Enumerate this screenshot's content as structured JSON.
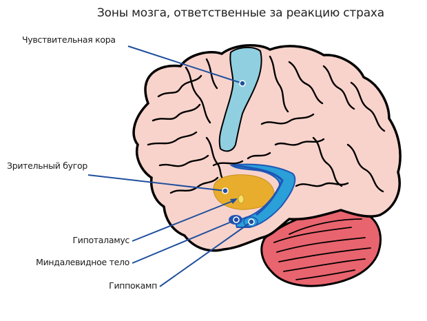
{
  "title": "Зоны мозга, ответственные за реакцию страха",
  "labels": {
    "sensory_cortex": "Чувствительная кора",
    "thalamus": "Зрительный бугор",
    "hypothalamus": "Гипоталамус",
    "amygdala": "Миндалевидное тело",
    "hippocampus": "Гиппокамп"
  },
  "colors": {
    "brain": "#f8d3cb",
    "sensory_cortex": "#8fcfe0",
    "thalamus": "#e8ad2d",
    "hypothalamus": "#f5e06a",
    "hippocampus_dark": "#1f55b5",
    "hippocampus_light": "#2a9fd8",
    "cerebellum": "#e8646e",
    "leader_line": "#1f4f9e",
    "outline": "#000000"
  }
}
